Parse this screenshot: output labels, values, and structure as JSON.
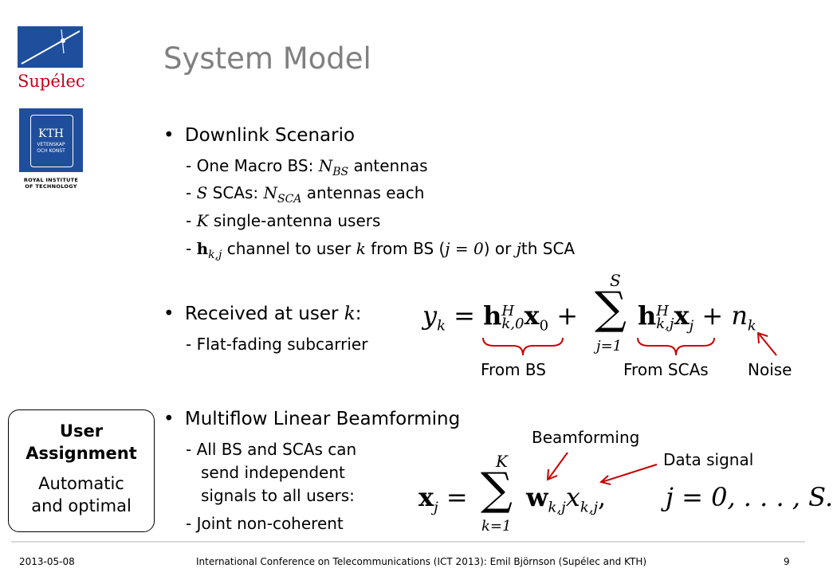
{
  "slide": {
    "title": "System Model",
    "logos": {
      "supelec": "Supélec",
      "kth_top": "KTH",
      "kth_sub1": "VETENSKAP",
      "kth_sub2": "OCH KONST",
      "kth_caption1": "ROYAL INSTITUTE",
      "kth_caption2": "OF TECHNOLOGY"
    },
    "bullet1": {
      "text": "Downlink Scenario",
      "sub1": {
        "pre": "- One Macro BS: ",
        "math": "N",
        "math_sub": "BS",
        "post": " antennas"
      },
      "sub2": {
        "pre": "- ",
        "math": "S",
        "mid": " SCAs: ",
        "math2": "N",
        "math2_sub": "SCA",
        "post": " antennas each"
      },
      "sub3": {
        "pre": "- ",
        "math": "K",
        "post": " single-antenna users"
      },
      "sub4": {
        "pre": "- ",
        "math": "h",
        "math_sub": "k,j",
        "mid": " channel to user ",
        "math2": "k",
        "mid2": " from BS (",
        "math3": "j = 0",
        "mid3": ") or ",
        "math4": "j",
        "post": "th SCA"
      }
    },
    "bullet2": {
      "text": "Received at user ",
      "math": "k",
      "post": ":",
      "sub1": "- Flat-fading subcarrier"
    },
    "bullet3": {
      "text": "Multiflow Linear Beamforming",
      "sub1_line1": "- All BS and SCAs can",
      "sub1_line2": "send independent",
      "sub1_line3": "signals to all users:",
      "sub2": "- Joint non-coherent"
    },
    "equation1": {
      "lhs": "y",
      "lhs_sub": "k",
      "eq": "=",
      "h": "h",
      "h_sup": "H",
      "h_sub": "k,0",
      "x": "x",
      "x_sub": "0",
      "plus": "+",
      "sum": "∑",
      "sum_top": "S",
      "sum_bottom": "j=1",
      "h2_sub": "k,j",
      "x2_sub": "j",
      "plus2": "+",
      "n": "n",
      "n_sub": "k"
    },
    "labels": {
      "from_bs": "From BS",
      "from_scas": "From SCAs",
      "noise": "Noise",
      "beamforming": "Beamforming",
      "data_signal": "Data signal"
    },
    "equation2": {
      "lhs": "x",
      "lhs_sub": "j",
      "eq": "=",
      "sum": "∑",
      "sum_top": "K",
      "sum_bottom": "k=1",
      "w": "w",
      "w_sub": "k,j",
      "x": "x",
      "x_sub": "k,j",
      "comma": ",",
      "range": "j = 0, . . . , S."
    },
    "assignment_box": {
      "title_line1": "User",
      "title_line2": "Assignment",
      "text_line1": "Automatic",
      "text_line2": "and optimal"
    },
    "footer": {
      "date": "2013-05-08",
      "conference": "International Conference on Telecommunications (ICT 2013): Emil Björnson (Supélec and KTH)",
      "page": "9"
    },
    "colors": {
      "title": "#808080",
      "brace": "#cc0000",
      "supelec_blue": "#1f4e9c",
      "kth_blue": "#1f4e9c"
    }
  }
}
